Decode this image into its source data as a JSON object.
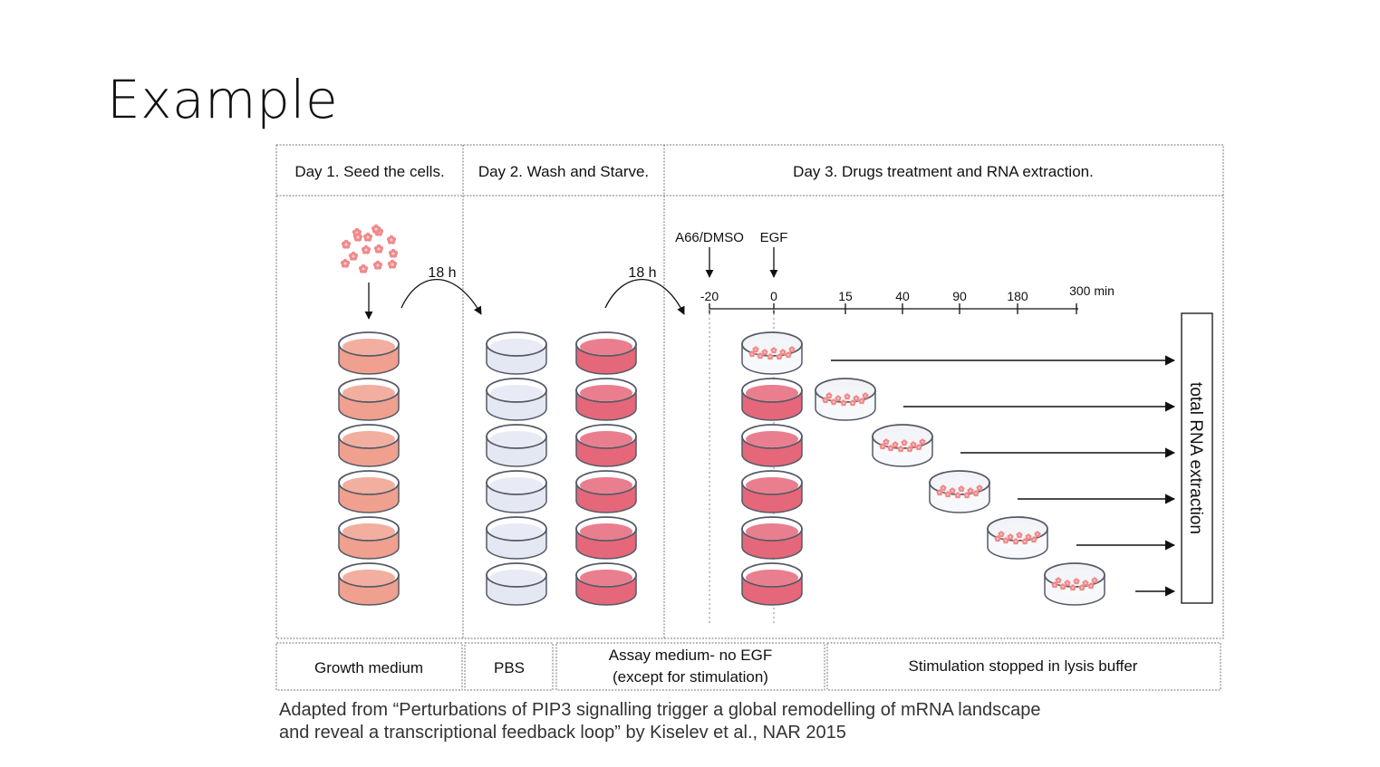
{
  "slide": {
    "title": "Example"
  },
  "headers": {
    "day1": "Day 1. Seed the cells.",
    "day2": "Day 2. Wash and Starve.",
    "day3": "Day 3. Drugs treatment and RNA extraction."
  },
  "transitions": {
    "first": "18 h",
    "second": "18 h"
  },
  "treatments": {
    "inhibitor": "A66/DMSO",
    "stimulus": "EGF"
  },
  "timeline": {
    "ticks": [
      "-20",
      "0",
      "15",
      "40",
      "90",
      "180",
      "300 min"
    ]
  },
  "endpoint": {
    "label": "total RNA extraction"
  },
  "footer": {
    "growth": "Growth medium",
    "pbs": "PBS",
    "assay_line1": "Assay medium- no EGF",
    "assay_line2": "(except for stimulation)",
    "stop": "Stimulation stopped in lysis buffer"
  },
  "caption": {
    "line1": "Adapted from “Perturbations of PIP3 signalling trigger a global remodelling of mRNA landscape",
    "line2": "and reveal a transcriptional feedback loop” by Kiselev et al., NAR 2015"
  },
  "colors": {
    "growth_medium": "#f0a08e",
    "pbs": "#e4e8f3",
    "assay_medium": "#e5677a",
    "dish_rim": "#555a66",
    "cell": "#f08a8a"
  }
}
